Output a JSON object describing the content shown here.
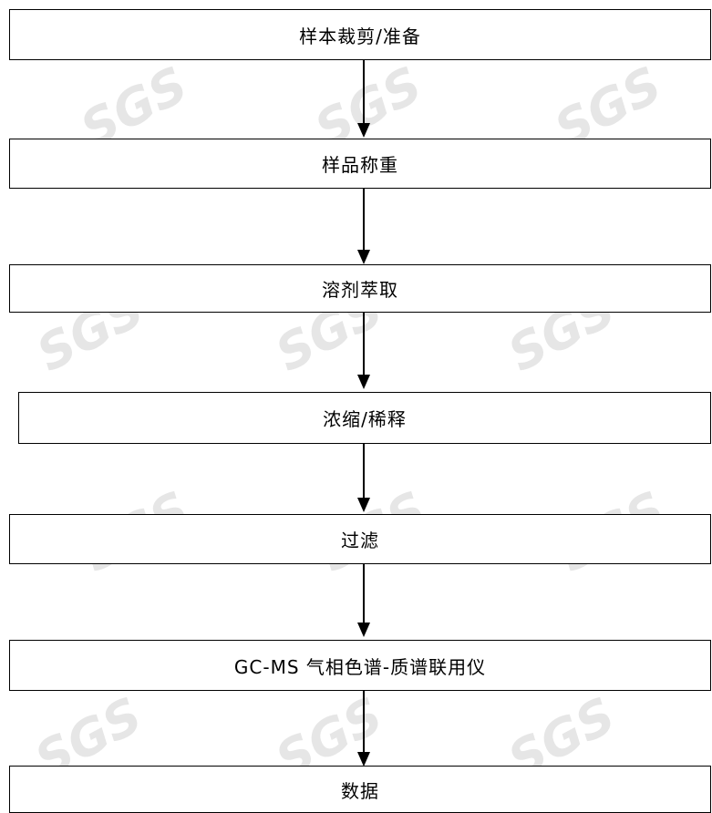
{
  "flowchart": {
    "steps": [
      "样本裁剪/准备",
      "样品称重",
      "溶剂萃取",
      "浓缩/稀释",
      "过滤",
      "GC-MS 气相色谱-质谱联用仪",
      "数据"
    ],
    "watermark_text": "SGS"
  }
}
